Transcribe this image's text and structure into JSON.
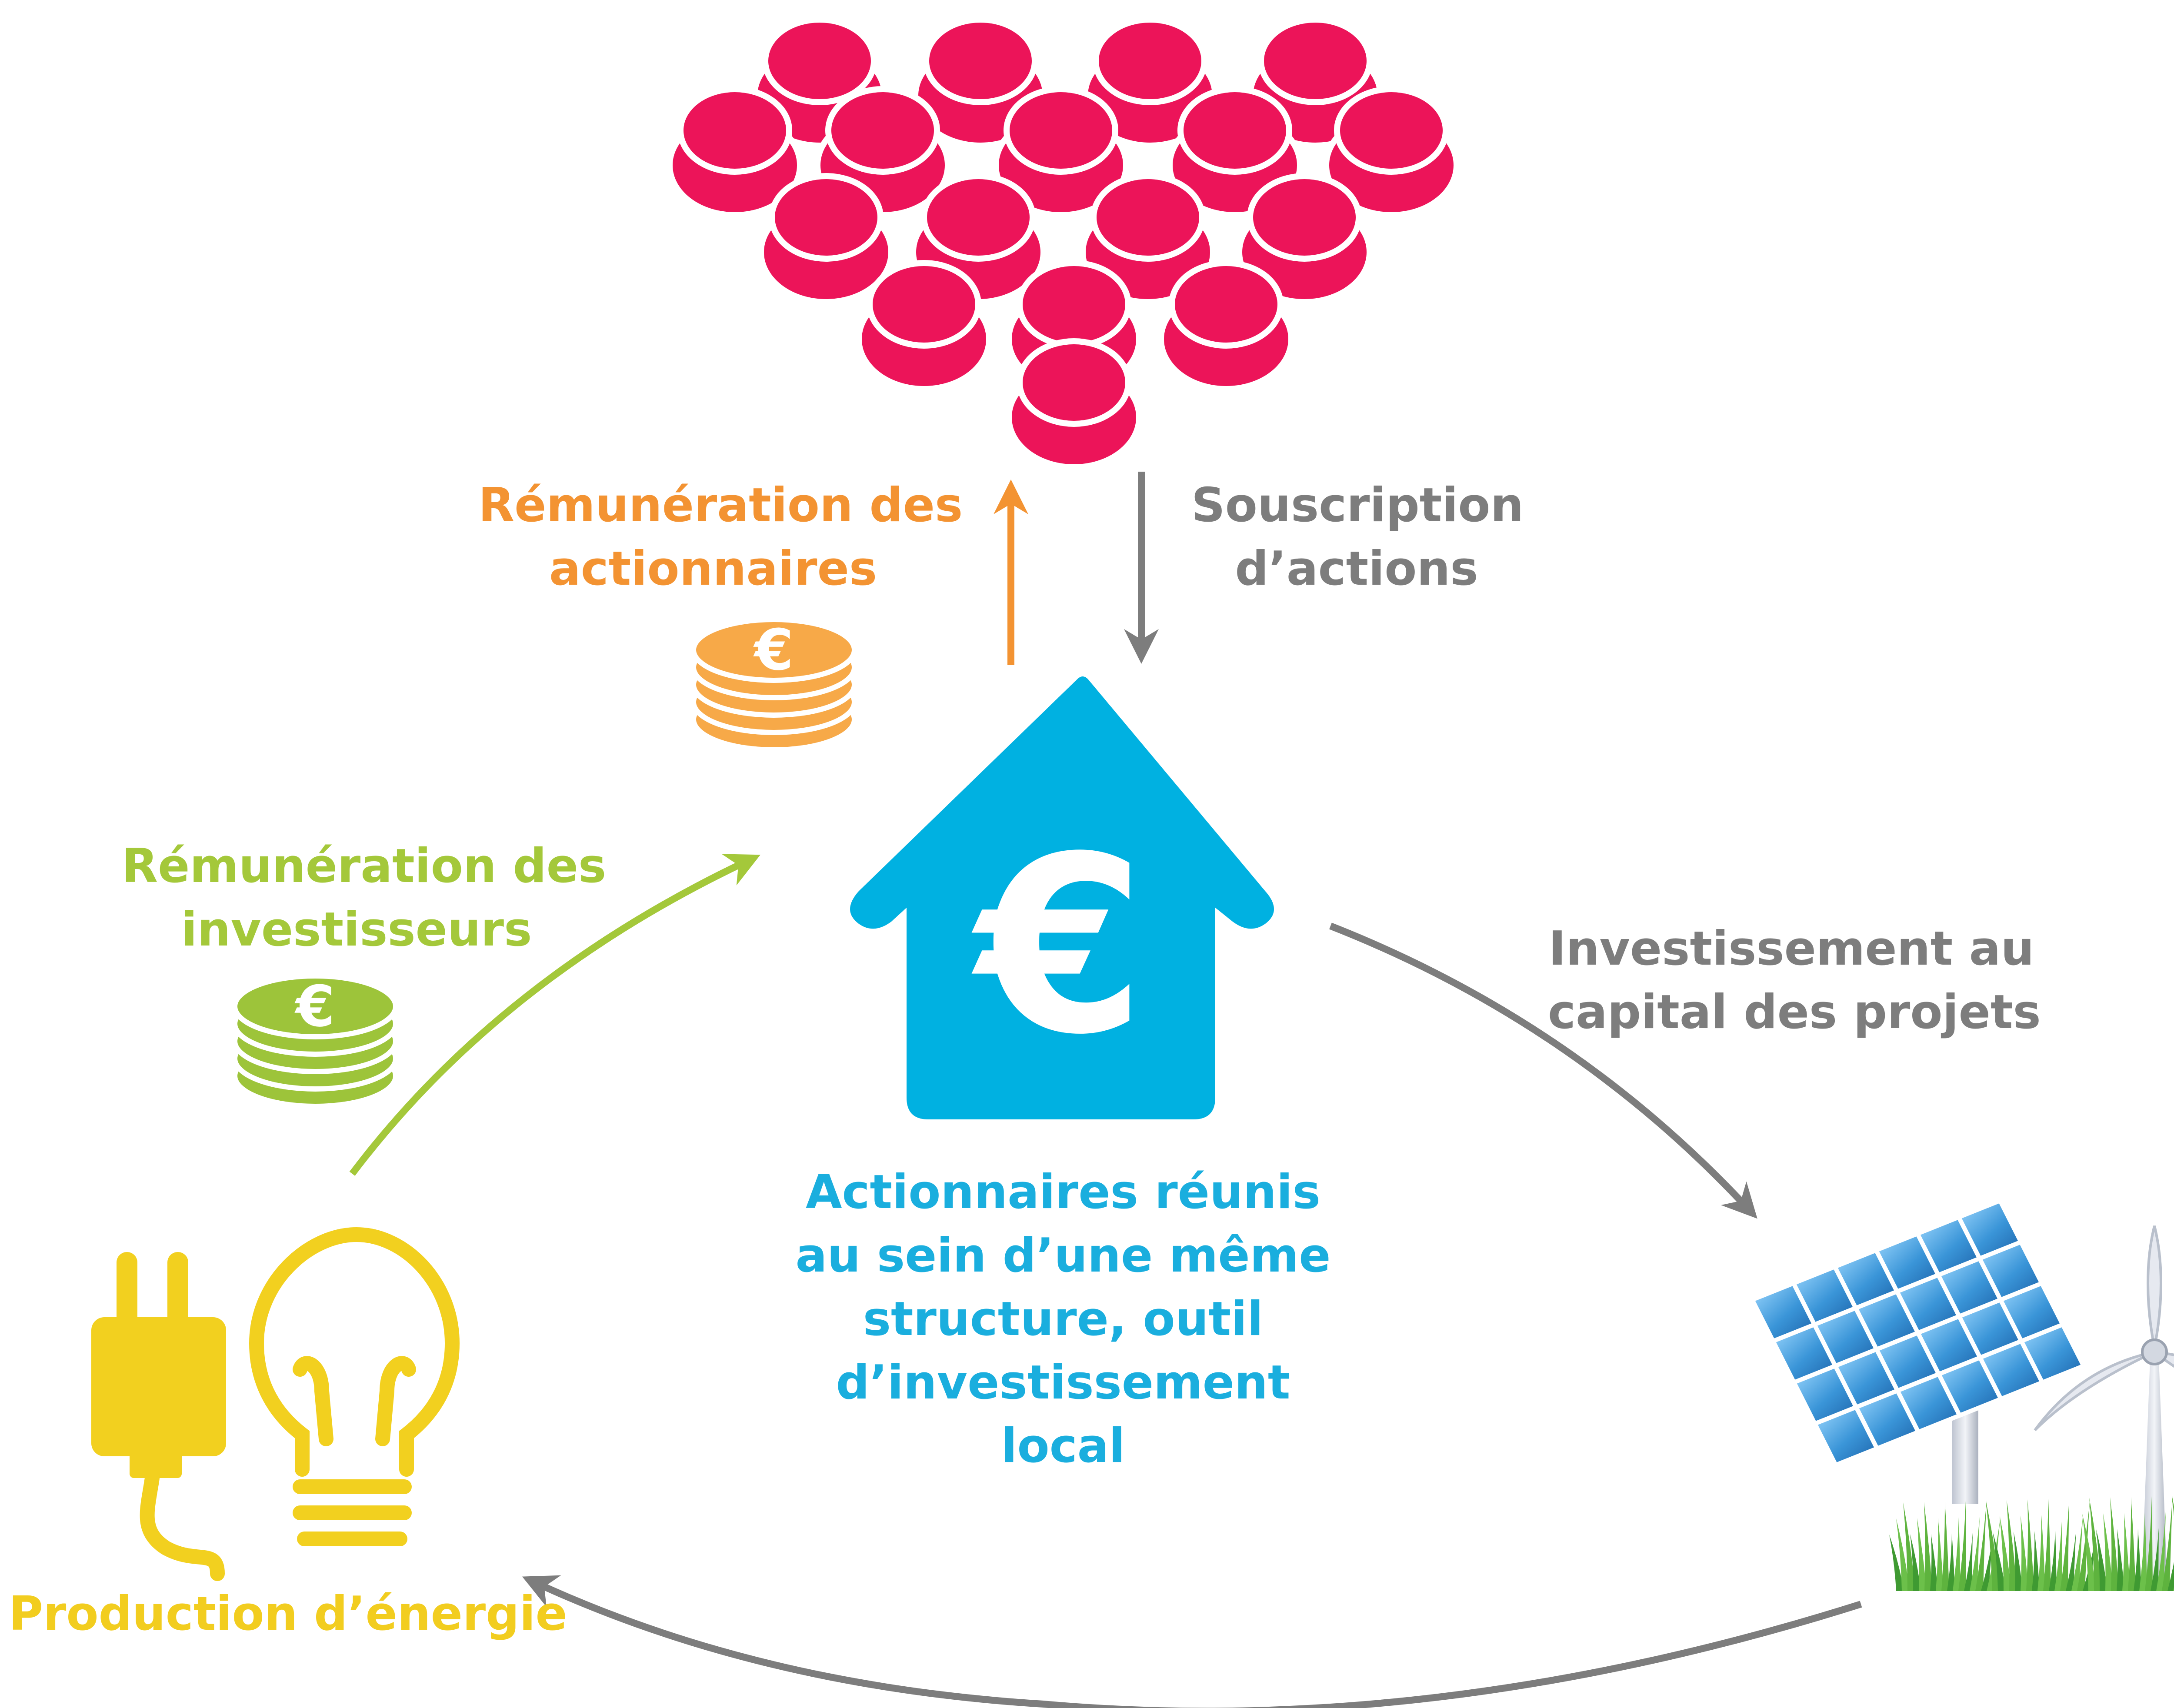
{
  "labels": {
    "shareholder_pay": [
      "Rémunération des",
      "actionnaires"
    ],
    "subscription": [
      "Souscription",
      "d’actions"
    ],
    "investor_pay": [
      "Rémunération des",
      "investisseurs"
    ],
    "project_investment": [
      "Investissement au",
      "capital des projets"
    ],
    "center": [
      "Actionnaires réunis",
      "au sein d’une même",
      "structure, outil",
      "d’investissement",
      "local"
    ],
    "energy": "Production d’énergie",
    "euro_symbol": "€"
  },
  "colors": {
    "crowd": "#ec1459",
    "orange": "#f39332",
    "orange_coins": "#f7a948",
    "green": "#a4c83a",
    "green_coins": "#9dc43a",
    "grey": "#7d7d7d",
    "blue": "#00b1e1",
    "yellow": "#f2d01f",
    "panel": "#2d8fd4",
    "grass": "#5eb33e"
  },
  "icons": {
    "crowd": "people-crowd-icon",
    "house": "euro-house-icon",
    "coins_orange": "euro-coin-stack-icon",
    "coins_green": "euro-coin-stack-icon",
    "plug": "power-plug-icon",
    "bulb": "light-bulb-icon",
    "solar": "solar-panel-icon",
    "wind": "wind-turbine-icon",
    "grass": "grass-icon"
  }
}
